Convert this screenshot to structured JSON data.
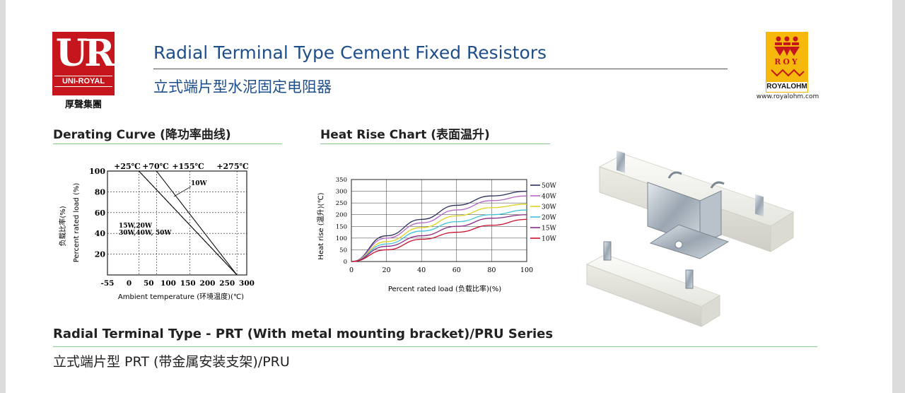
{
  "header": {
    "left_logo": {
      "letters": "UR",
      "brand": "UNI-ROYAL",
      "chinese": "厚聲集團"
    },
    "title_en": "Radial Terminal Type Cement Fixed Resistors",
    "title_zh": "立式端片型水泥固定电阻器",
    "right_logo": {
      "mark": "ROY",
      "brand": "ROYALOHM",
      "url": "www.royalohm.com"
    }
  },
  "derating": {
    "heading": "Derating Curve (降功率曲线)",
    "x_label": "Ambient temperature (环境温度)(℃)",
    "y_label_zh": "负载比率(%)",
    "y_label_en": "Percent rated load (%)",
    "top_labels": [
      "+25℃",
      "+70℃",
      "+155℃",
      "+275℃"
    ],
    "line_labels": [
      "10W",
      "15W,20W",
      "30W,40W, 50W"
    ],
    "chart_data": {
      "type": "line",
      "title": "Derating Curve (降功率曲线)",
      "xlabel": "Ambient temperature (环境温度)(℃)",
      "ylabel": "Percent rated load (%)",
      "xlim": [
        -55,
        300
      ],
      "ylim": [
        0,
        100
      ],
      "x_ticks": [
        -55,
        0,
        50,
        100,
        150,
        200,
        250,
        300
      ],
      "y_ticks": [
        20,
        40,
        60,
        80,
        100
      ],
      "series": [
        {
          "name": "10W",
          "style": "solid",
          "x": [
            -55,
            70,
            275
          ],
          "y": [
            100,
            100,
            0
          ]
        },
        {
          "name": "15W,20W",
          "style": "solid",
          "x": [
            -55,
            25,
            275
          ],
          "y": [
            100,
            100,
            0
          ]
        },
        {
          "name": "30W,40W, 50W",
          "style": "dashed",
          "x": [
            -55,
            25,
            155,
            275
          ],
          "y": [
            100,
            100,
            48,
            0
          ]
        }
      ]
    }
  },
  "heatrise": {
    "heading": "Heat Rise Chart (表面温升)",
    "x_label": "Percent rated load (负载比率)(%)",
    "y_label": "Heat rise (温升)(℃)",
    "chart_data": {
      "type": "line",
      "title": "Heat Rise Chart (表面温升)",
      "xlabel": "Percent rated load (负载比率)(%)",
      "ylabel": "Heat rise (温升)(℃)",
      "xlim": [
        0,
        100
      ],
      "ylim": [
        0,
        350
      ],
      "x_ticks": [
        0,
        20,
        40,
        60,
        80,
        100
      ],
      "y_ticks": [
        0,
        50,
        100,
        150,
        200,
        250,
        300,
        350
      ],
      "x": [
        0,
        20,
        40,
        60,
        80,
        100
      ],
      "series": [
        {
          "name": "50W",
          "color": "#2b2f5e",
          "values": [
            0,
            110,
            180,
            240,
            280,
            300
          ]
        },
        {
          "name": "40W",
          "color": "#b565c5",
          "values": [
            0,
            100,
            165,
            220,
            260,
            280
          ]
        },
        {
          "name": "30W",
          "color": "#e0d21e",
          "values": [
            0,
            85,
            145,
            195,
            230,
            245
          ]
        },
        {
          "name": "20W",
          "color": "#3fc2d9",
          "values": [
            0,
            75,
            130,
            170,
            200,
            220
          ]
        },
        {
          "name": "15W",
          "color": "#8a2a8a",
          "values": [
            0,
            65,
            110,
            150,
            185,
            200
          ]
        },
        {
          "name": "10W",
          "color": "#c8102e",
          "values": [
            0,
            50,
            95,
            125,
            155,
            180
          ]
        }
      ]
    }
  },
  "prt": {
    "heading_en": "Radial Terminal Type - PRT (With metal mounting bracket)/PRU Series",
    "heading_zh": "立式端片型 PRT (带金属安装支架)/PRU"
  }
}
